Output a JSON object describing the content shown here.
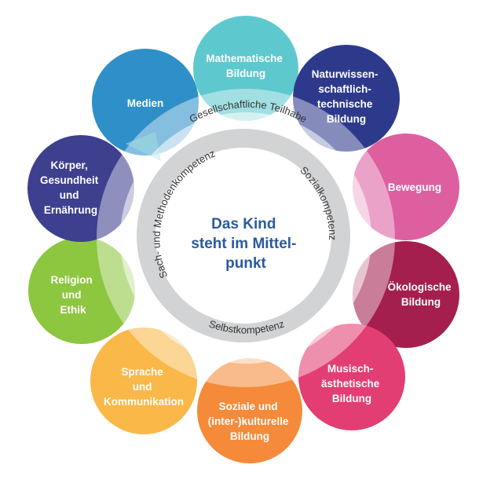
{
  "center": {
    "lines": [
      "Das Kind",
      "steht im Mittel-",
      "punkt"
    ]
  },
  "ring_labels": {
    "outer": "Gesellschaftliche Teilhabe",
    "sach": "Sach- und Methodenkompetenz",
    "sozial": "Sozialkompetenz",
    "selbst": "Selbstkompetenz"
  },
  "petals": [
    {
      "key": "math",
      "lines": [
        "Mathematische",
        "Bildung"
      ],
      "color": "#5ec8cf"
    },
    {
      "key": "natur",
      "lines": [
        "Naturwissen-",
        "schaftlich-",
        "technische",
        "Bildung"
      ],
      "color": "#2d3a8c"
    },
    {
      "key": "bewegung",
      "lines": [
        "Bewegung"
      ],
      "color": "#dd5fa0"
    },
    {
      "key": "oeko",
      "lines": [
        "Ökologische",
        "Bildung"
      ],
      "color": "#a41f4e"
    },
    {
      "key": "musik",
      "lines": [
        "Musisch-",
        "ästhetische",
        "Bildung"
      ],
      "color": "#e23e73"
    },
    {
      "key": "sozial",
      "lines": [
        "Soziale und",
        "(inter-)kulturelle",
        "Bildung"
      ],
      "color": "#f58a3a"
    },
    {
      "key": "sprache",
      "lines": [
        "Sprache",
        "und",
        "Kommunikation"
      ],
      "color": "#f9b848"
    },
    {
      "key": "religion",
      "lines": [
        "Religion",
        "und",
        "Ethik"
      ],
      "color": "#8dc63f"
    },
    {
      "key": "koerper",
      "lines": [
        "Körper,",
        "Gesundheit",
        "und",
        "Ernährung"
      ],
      "color": "#3e3f8f"
    },
    {
      "key": "medien",
      "lines": [
        "Medien"
      ],
      "color": "#2f8fc8"
    }
  ]
}
